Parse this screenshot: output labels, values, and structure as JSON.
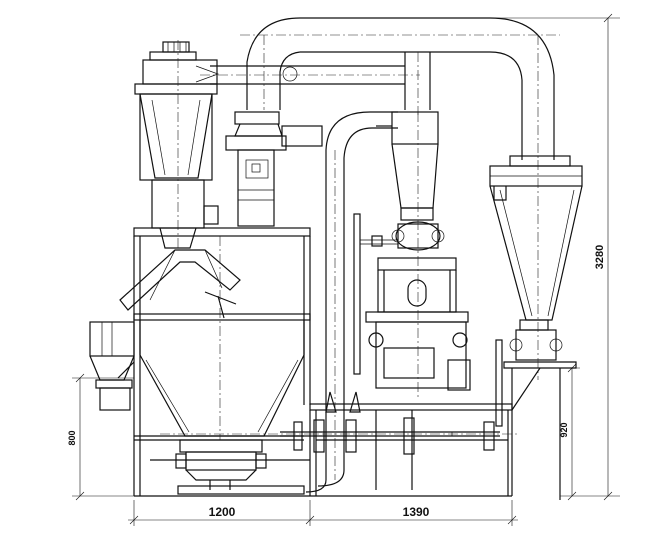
{
  "dimensions": {
    "overall_height": "3280",
    "frame_height_left": "800",
    "frame_height_right": "920",
    "width_left": "1200",
    "width_right": "1390"
  }
}
